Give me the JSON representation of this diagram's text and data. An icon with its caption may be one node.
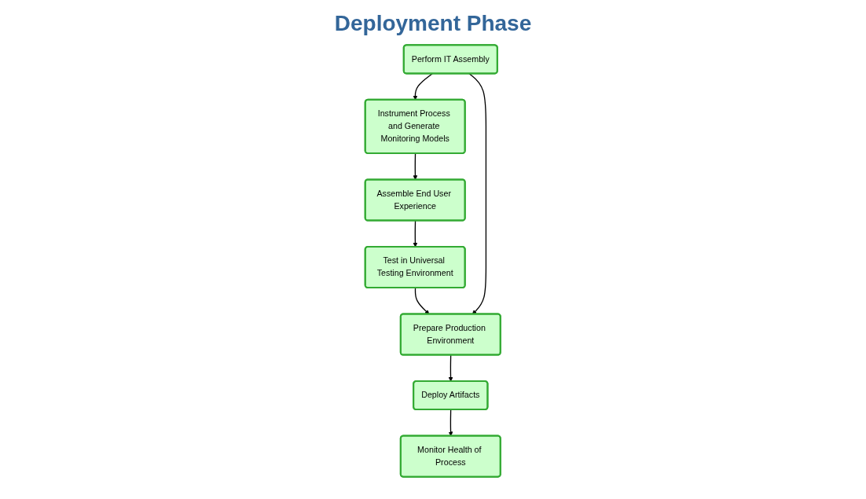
{
  "diagram": {
    "title": "Deployment Phase",
    "nodes": [
      {
        "text": [
          "Perform IT Assembly"
        ]
      },
      {
        "text": [
          "Instrument Process and Generate Monitoring Models"
        ]
      },
      {
        "text": [
          "Assemble End User Experience"
        ]
      },
      {
        "text": [
          "Prepare Production Environment"
        ]
      },
      {
        "text": [
          "Test in Universal Testing Environment"
        ]
      },
      {
        "text": [
          "Deploy Artifacts"
        ]
      },
      {
        "text": [
          "Monitor Health of Process"
        ]
      }
    ],
    "edges": [
      {
        "from": 0,
        "to": 1,
        "arrow": "to"
      },
      {
        "from": 1,
        "to": 2,
        "arrow": "to"
      },
      {
        "from": 2,
        "to": 4,
        "arrow": "to"
      },
      {
        "from": 4,
        "to": 3,
        "arrow": "to"
      },
      {
        "from": 0,
        "to": 3,
        "arrow": "to"
      },
      {
        "from": 3,
        "to": 5,
        "arrow": "to"
      },
      {
        "from": 5,
        "to": 6,
        "arrow": "to"
      }
    ]
  }
}
